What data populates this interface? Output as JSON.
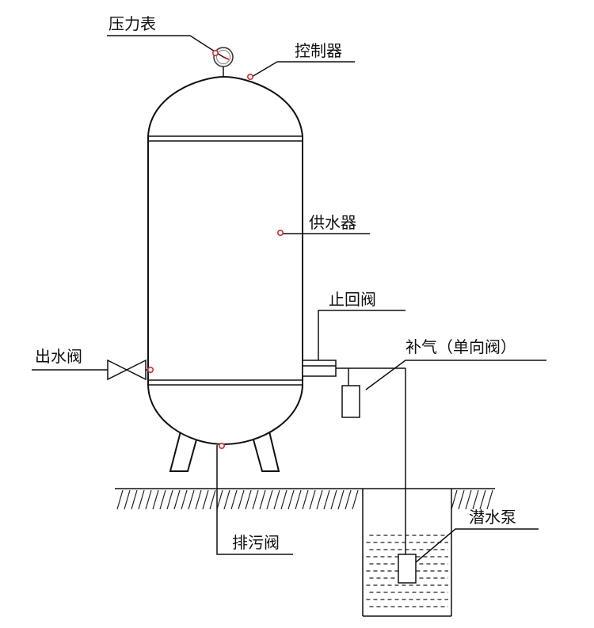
{
  "labels": {
    "pressure_gauge": "压力表",
    "controller": "控制器",
    "water_supplier": "供水器",
    "check_valve": "止回阀",
    "air_supply": "补气（单向阀）",
    "outlet_valve": "出水阀",
    "drain_valve": "排污阀",
    "submersible_pump": "潜水泵"
  },
  "colors": {
    "marker": "#d42a2a",
    "line": "#111111"
  }
}
